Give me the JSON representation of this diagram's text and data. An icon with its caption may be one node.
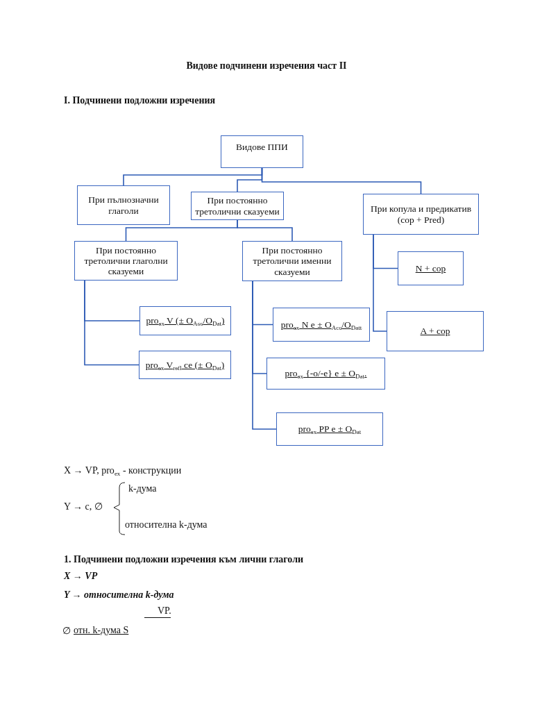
{
  "diagram": {
    "title": "Видове подчинени изречения част II",
    "nodes": [
      {
        "text": [
          "Видове ППИ"
        ]
      },
      {
        "text": [
          "При пълнозначни глаголи"
        ]
      },
      {
        "text": [
          "При постоянно третолични сказуеми"
        ]
      },
      {
        "text": [
          "При копула и предикатив (cop + Pred)"
        ]
      },
      {
        "text": [
          "При постоянно третолични глаголни сказуеми"
        ]
      },
      {
        "text": [
          "При постоянно третолични именни сказуеми"
        ]
      },
      {
        "text": [
          "N + cop"
        ]
      },
      {
        "text": [
          "pro$_{ex}$ V (± O$_{Acc}$/O$_{Dat}$)"
        ]
      },
      {
        "text": [
          "pro$_{ex}$ V$_{refl}$ се (± O$_{Dat}$)"
        ]
      },
      {
        "text": [
          "pro$_{ex}$ N е ± O$_{Acc}$/O$_{Datt}$"
        ]
      },
      {
        "text": [
          "A + cop"
        ]
      },
      {
        "text": [
          "pro$_{ex}$ {-о/-е} е ± O$_{Dat}$."
        ]
      },
      {
        "text": [
          "pro$_{ex}$ PP е  ± O$_{Dat}$"
        ]
      }
    ],
    "edges": [
      {
        "from": 0,
        "to": 1,
        "arrow": "none"
      },
      {
        "from": 0,
        "to": 2,
        "arrow": "none"
      },
      {
        "from": 0,
        "to": 3,
        "arrow": "none"
      },
      {
        "from": 2,
        "to": 4,
        "arrow": "none"
      },
      {
        "from": 2,
        "to": 5,
        "arrow": "none"
      },
      {
        "from": 3,
        "to": 6,
        "arrow": "none"
      },
      {
        "from": 3,
        "to": 10,
        "arrow": "none"
      },
      {
        "from": 4,
        "to": 7,
        "arrow": "none"
      },
      {
        "from": 4,
        "to": 8,
        "arrow": "none"
      },
      {
        "from": 5,
        "to": 9,
        "arrow": "none"
      },
      {
        "from": 5,
        "to": 11,
        "arrow": "none"
      },
      {
        "from": 5,
        "to": 12,
        "arrow": "none"
      }
    ],
    "labels": [
      "I. Подчинени подложни изречения",
      "X → VP, pro$_{ex}$ - конструкции",
      "k-дума",
      "Y → c, ∅",
      "относителна k-дума",
      "1. Подчинени подложни изречения към лични глаголи",
      "X → VP",
      "Y → относителна k-дума",
      "VP.",
      "∅",
      "отн. k-дума S"
    ]
  }
}
